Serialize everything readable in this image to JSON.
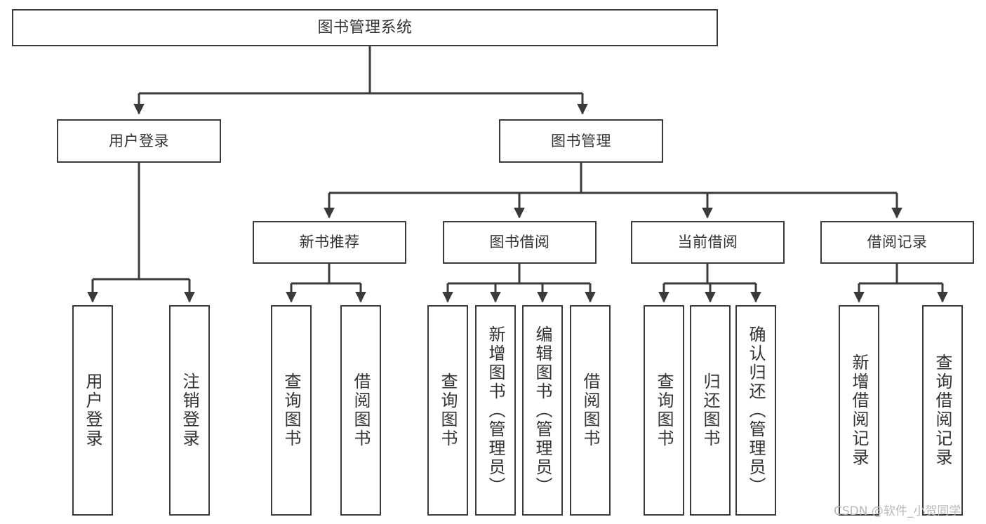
{
  "diagram": {
    "title": "图书管理系统",
    "type": "tree",
    "orientation": "top-down",
    "colors": {
      "box_border": "#3a3a3a",
      "box_fill": "#ffffff",
      "text": "#333333",
      "edge": "#3a3a3a",
      "background": "#ffffff",
      "watermark": "#b9b9b9"
    },
    "nodes": {
      "root": {
        "label": "图书管理系统"
      },
      "level2": [
        {
          "id": "user_login",
          "label": "用户登录"
        },
        {
          "id": "book_manage",
          "label": "图书管理"
        }
      ],
      "level3": [
        {
          "id": "new_book_rec",
          "label": "新书推荐"
        },
        {
          "id": "book_borrow",
          "label": "图书借阅"
        },
        {
          "id": "current_borrow",
          "label": "当前借阅"
        },
        {
          "id": "borrow_record",
          "label": "借阅记录"
        }
      ],
      "leaves": {
        "user_login": [
          {
            "id": "leaf_user_login",
            "label": "用户登录"
          },
          {
            "id": "leaf_logout",
            "label": "注销登录"
          }
        ],
        "new_book_rec": [
          {
            "id": "leaf_query_book_1",
            "label": "查询图书"
          },
          {
            "id": "leaf_borrow_book_1",
            "label": "借阅图书"
          }
        ],
        "book_borrow": [
          {
            "id": "leaf_query_book_2",
            "label": "查询图书"
          },
          {
            "id": "leaf_add_book",
            "label": "新增图书（管理员）"
          },
          {
            "id": "leaf_edit_book",
            "label": "编辑图书（管理员）"
          },
          {
            "id": "leaf_borrow_book_2",
            "label": "借阅图书"
          }
        ],
        "current_borrow": [
          {
            "id": "leaf_query_book_3",
            "label": "查询图书"
          },
          {
            "id": "leaf_return_book",
            "label": "归还图书"
          },
          {
            "id": "leaf_confirm_return",
            "label": "确认归还（管理员）"
          }
        ],
        "borrow_record": [
          {
            "id": "leaf_add_record",
            "label": "新增借阅记录"
          },
          {
            "id": "leaf_query_record",
            "label": "查询借阅记录"
          }
        ]
      }
    }
  },
  "watermark": {
    "text": "CSDN @软件_小贺同学"
  }
}
